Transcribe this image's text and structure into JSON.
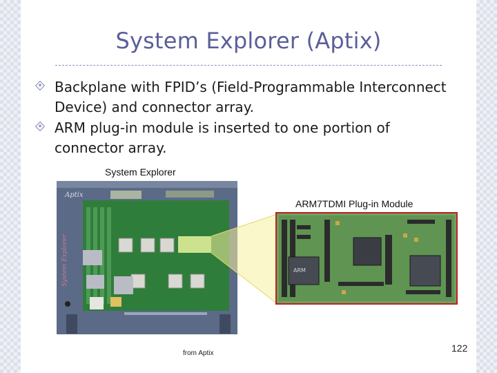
{
  "slide": {
    "title": "System Explorer (Aptix)",
    "bullets": [
      "Backplane with FPID’s (Field-Programmable Interconnect Device) and connector array.",
      "ARM plug-in module is inserted to one portion of connector array."
    ],
    "figure": {
      "photo_label": "System Explorer",
      "chassis_brand": "Aptix",
      "chassis_side_text": "System Explorer",
      "module_label": "ARM7TDMI Plug-in Module",
      "chip_marking": "ARM",
      "credit": "from Aptix"
    },
    "page_number": "122"
  },
  "colors": {
    "title": "#5a5f98",
    "bullet_marker": "#7f84b8",
    "chassis": "#5b6a86",
    "board_green": "#2f7d3a",
    "callout_yellow": "#f5f0a0",
    "module_border": "#c0201e"
  }
}
